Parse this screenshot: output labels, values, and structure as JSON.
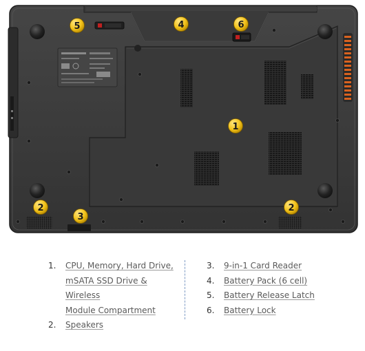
{
  "callouts": {
    "c1": "1",
    "c2a": "2",
    "c2b": "2",
    "c3": "3",
    "c4": "4",
    "c5": "5",
    "c6": "6"
  },
  "colors": {
    "chassis": "#3c3c3c",
    "panel": "#393939",
    "callout": "#f2c21a",
    "vent_orange": "#d9621f",
    "divider": "#7e9bc4"
  },
  "legend": {
    "left": [
      {
        "num": "1.",
        "lines": [
          "CPU, Memory, Hard Drive,",
          "mSATA SSD Drive & Wireless",
          "Module Compartment"
        ]
      },
      {
        "num": "2.",
        "lines": [
          "Speakers"
        ]
      }
    ],
    "right": [
      {
        "num": "3.",
        "lines": [
          "9-in-1 Card Reader"
        ]
      },
      {
        "num": "4.",
        "lines": [
          "Battery Pack (6 cell)"
        ]
      },
      {
        "num": "5.",
        "lines": [
          "Battery Release Latch"
        ]
      },
      {
        "num": "6.",
        "lines": [
          "Battery Lock"
        ]
      }
    ]
  }
}
